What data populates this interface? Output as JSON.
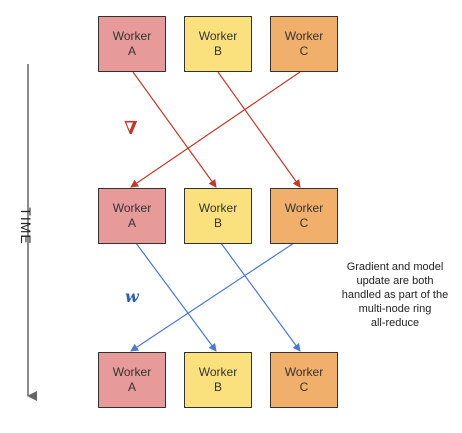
{
  "colors": {
    "worker_a": "#e69a9a",
    "worker_b": "#fbe17d",
    "worker_c": "#f0b06c",
    "gradient_arrow": "#c0392b",
    "weight_arrow": "#4a78cc",
    "time_axis": "#666666"
  },
  "time_label": "TIME",
  "gradient_symbol": "∇",
  "weight_symbol": "w",
  "note_lines": [
    "Gradient and model",
    "update are both",
    "handled as part of the",
    "multi-node ring",
    "all-reduce"
  ],
  "rows": [
    {
      "workers": [
        {
          "word": "Worker",
          "letter": "A"
        },
        {
          "word": "Worker",
          "letter": "B"
        },
        {
          "word": "Worker",
          "letter": "C"
        }
      ]
    },
    {
      "workers": [
        {
          "word": "Worker",
          "letter": "A"
        },
        {
          "word": "Worker",
          "letter": "B"
        },
        {
          "word": "Worker",
          "letter": "C"
        }
      ]
    },
    {
      "workers": [
        {
          "word": "Worker",
          "letter": "A"
        },
        {
          "word": "Worker",
          "letter": "B"
        },
        {
          "word": "Worker",
          "letter": "C"
        }
      ]
    }
  ]
}
